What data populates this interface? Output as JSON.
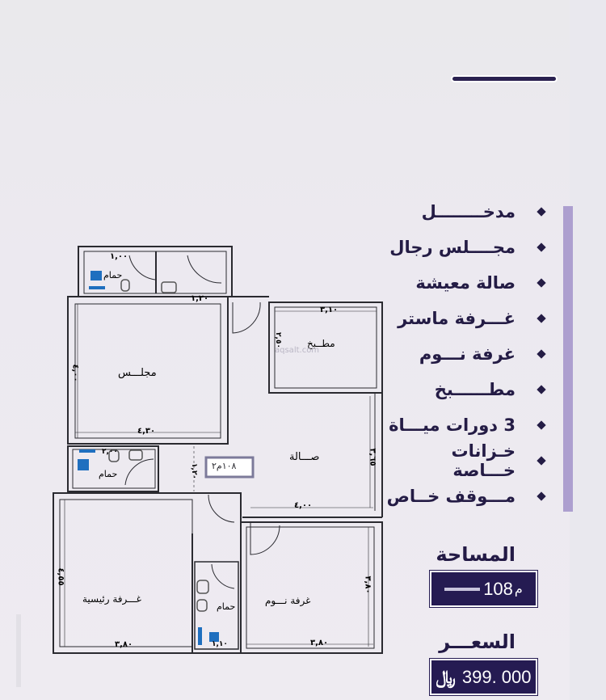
{
  "features": {
    "items": [
      {
        "label": "مدخــــــــل"
      },
      {
        "label": "مجــــلس رجال"
      },
      {
        "label": "صالة معيشة"
      },
      {
        "label": "غـــرفة ماستر"
      },
      {
        "label": "غرفة نـــوم"
      },
      {
        "label": "مطــــــبخ"
      },
      {
        "label": "3 دورات ميـــاة"
      },
      {
        "label": "خـزانات خـــاصة"
      },
      {
        "label": "مـــوقف خــاص"
      }
    ]
  },
  "area": {
    "heading": "المساحة",
    "value": "108",
    "unit_mark": "م"
  },
  "price": {
    "heading": "السعـــر",
    "currency_symbol": "﷼",
    "value": "399. 000"
  },
  "watermark": "aqsalt.com",
  "floor_plan": {
    "rooms": {
      "majlis": "مجلـــس",
      "kitchen": "مطــبخ",
      "living": "صـــالة",
      "master": "غـــرفة رئيسية",
      "bedroom": "غرفة نـــوم",
      "bath_top": "حمام",
      "bath_mid": "حمام",
      "bath_bottom": "حمام"
    },
    "dimensions": {
      "bath_top_w": "١,٠٠",
      "corridor_top": "١,٢٠",
      "majlis_h": "٤,٠٠",
      "majlis_w": "٤,٣٠",
      "kitchen_w": "٣,١٠",
      "kitchen_h": "٢,٥٠",
      "bath_mid_w": "٢,٠٠",
      "corridor_mid": "١,٢٠",
      "living_h": "٣,٦٥",
      "living_w": "٤,٠٠",
      "master_h": "٤,٥٥",
      "master_w": "٣,٨٠",
      "bath_bottom_w": "١,١٠",
      "bedroom_h": "٣,٨٠",
      "bedroom_w": "٣,٨٠"
    },
    "area_tag": "١٠٨م٢"
  },
  "colors": {
    "brand": "#251b52",
    "accent_bar": "#ad9fcf",
    "fixture_blue": "#1f6fbf"
  }
}
